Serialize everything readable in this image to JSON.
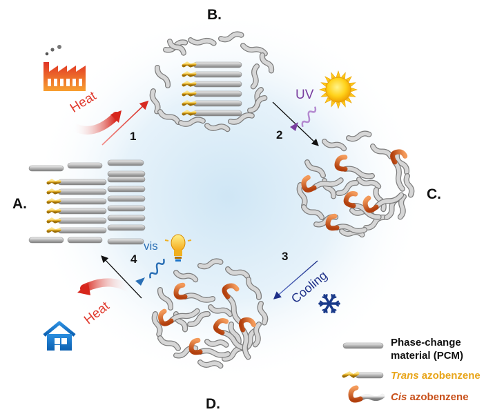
{
  "states": {
    "a": "A.",
    "b": "B.",
    "c": "C.",
    "d": "D."
  },
  "steps": {
    "s1": "1",
    "s2": "2",
    "s3": "3",
    "s4": "4"
  },
  "words": {
    "heat_top": "Heat",
    "heat_bottom": "Heat",
    "uv": "UV",
    "vis": "vis",
    "cooling": "Cooling"
  },
  "legend": {
    "pcm_line1": "Phase-change",
    "pcm_line2": "material (PCM)",
    "trans_italic": "Trans",
    "trans_rest": " azobenzene",
    "cis_italic": "Cis",
    "cis_rest": " azobenzene"
  },
  "colors": {
    "pcm_rod": "#b8b8b8",
    "trans_azo": "#e8b51a",
    "cis_azo": "#c8501a",
    "heat": "#e03a2e",
    "uv": "#7a3fa0",
    "vis": "#2a6fb5",
    "cooling": "#1d3f8a"
  },
  "icons": [
    "factory-icon",
    "sun-icon",
    "uv-wave-icon",
    "snowflake-icon",
    "house-icon",
    "lightbulb-icon",
    "vis-wave-icon",
    "heat-arrow-icon"
  ]
}
